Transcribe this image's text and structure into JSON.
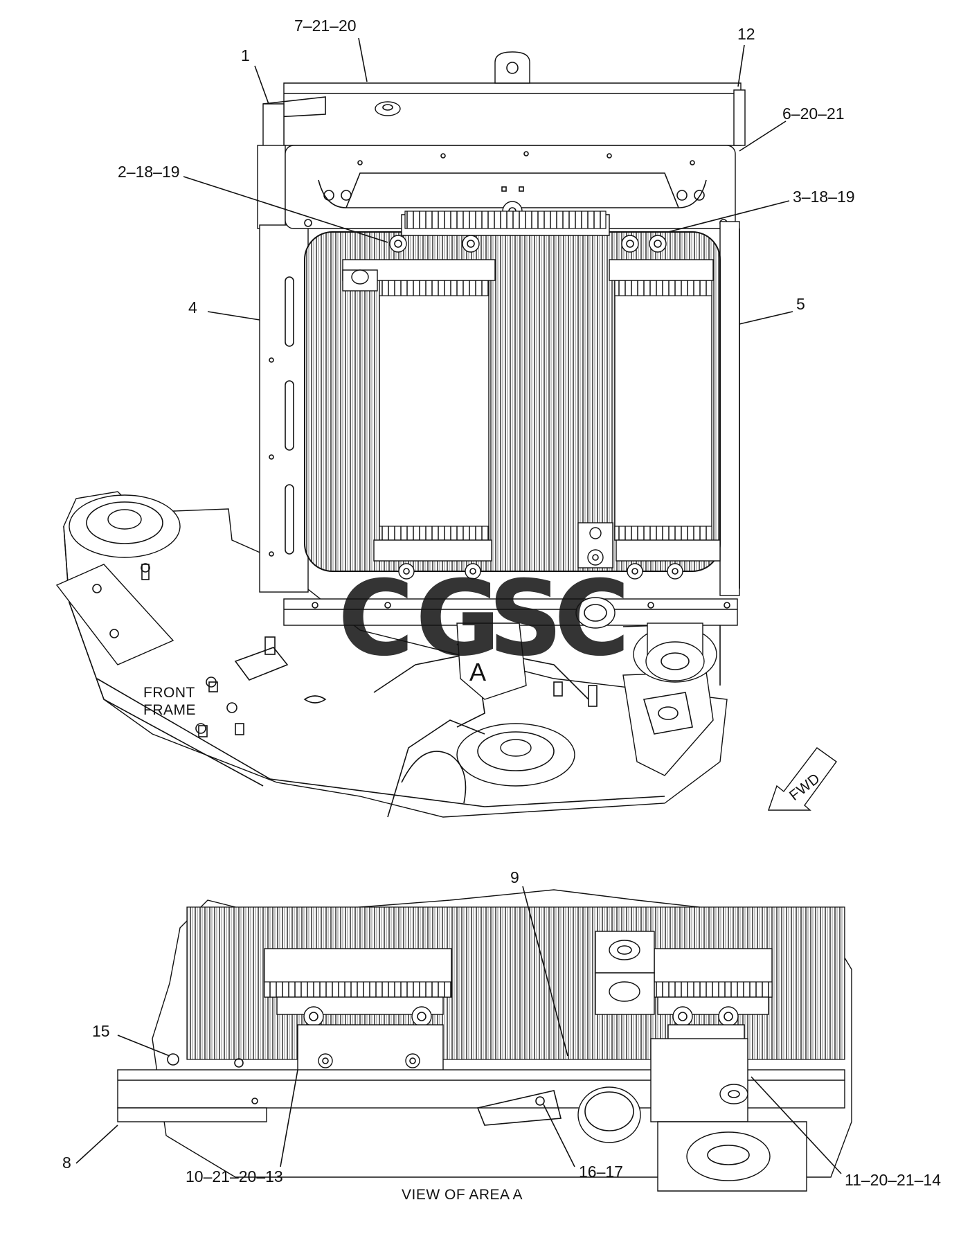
{
  "callouts": {
    "c1": "1",
    "c7_21_20": "7–21–20",
    "c12": "12",
    "c6_20_21": "6–20–21",
    "c2_18_19": "2–18–19",
    "c3_18_19": "3–18–19",
    "c4": "4",
    "c5": "5",
    "c9": "9",
    "c15": "15",
    "c8": "8",
    "c10_21_20_13": "10–21–20–13",
    "c16_17": "16–17",
    "c11_20_21_14": "11–20–21–14"
  },
  "labels": {
    "front_frame_line1": "FRONT",
    "front_frame_line2": "FRAME",
    "area_marker": "A",
    "fwd": "FWD",
    "view_of_area": "VIEW OF AREA  A"
  },
  "watermark": {
    "letters": [
      "C",
      "G",
      "S",
      "C"
    ],
    "colors": [
      "#4a86e8",
      "#e8534a",
      "#f2c230",
      "#3aa655"
    ]
  }
}
